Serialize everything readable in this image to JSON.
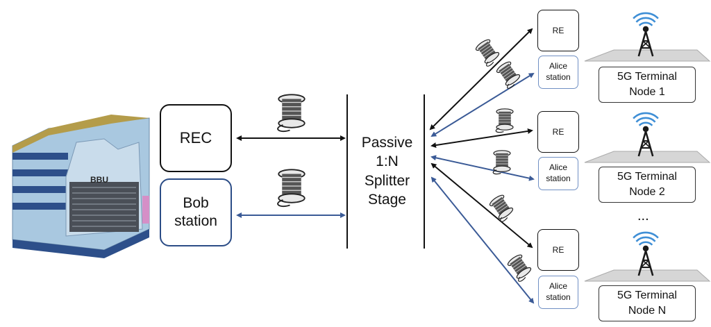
{
  "bbu": {
    "label": "BBU"
  },
  "rec": {
    "label": "REC"
  },
  "bob": {
    "label": "Bob\nstation"
  },
  "splitter": {
    "label": "Passive\n1:N\nSplitter\nStage"
  },
  "nodes": [
    {
      "re": "RE",
      "alice": "Alice\nstation",
      "terminal": "5G Terminal\nNode 1"
    },
    {
      "re": "RE",
      "alice": "Alice\nstation",
      "terminal": "5G Terminal\nNode 2"
    },
    {
      "re": "RE",
      "alice": "Alice\nstation",
      "terminal": "5G Terminal\nNode N"
    }
  ],
  "ellipsis": "...",
  "colors": {
    "classical_link": "#111111",
    "quantum_link": "#3a5a96",
    "building_roof": "#b49c4a",
    "building_wall": "#a9c8e0",
    "tower": "#1a1a1a",
    "signal_ring": "#3f8fd6"
  },
  "icons": [
    "fiber-spool-icon",
    "radio-tower-icon",
    "building-icon"
  ]
}
